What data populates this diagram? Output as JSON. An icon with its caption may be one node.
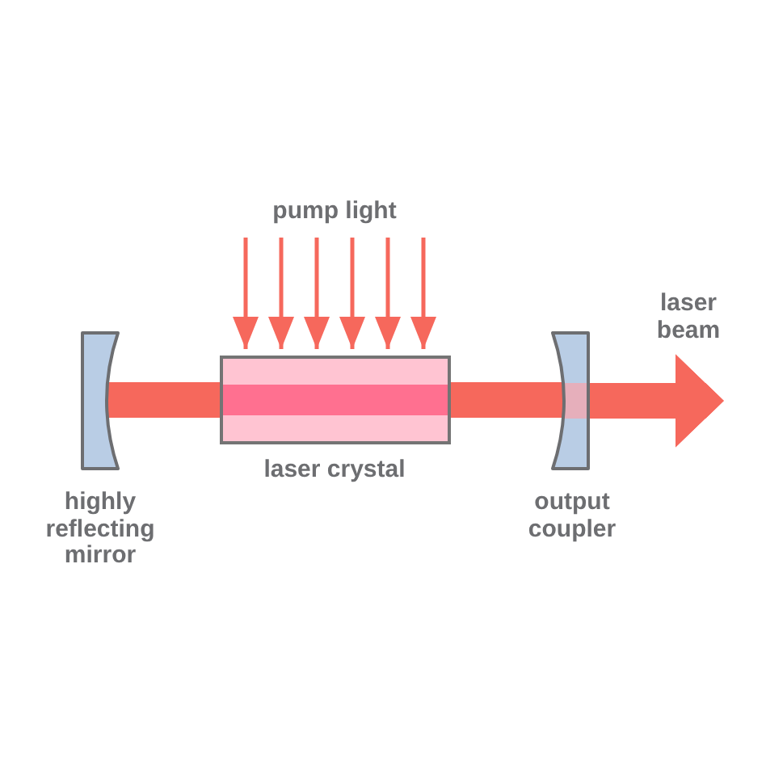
{
  "diagram": {
    "nodes": [
      {
        "text": [],
        "shape": "mirror",
        "beside": [
          "highly reflecting mirror"
        ]
      },
      {
        "text": [],
        "shape": "box",
        "beside": [
          "laser crystal"
        ]
      },
      {
        "text": [],
        "shape": "mirror",
        "beside": [
          "output coupler"
        ]
      }
    ],
    "edges": [
      {
        "from": 0,
        "to": 1,
        "arrow": "none",
        "style": "thick"
      },
      {
        "from": 1,
        "to": 2,
        "arrow": "none",
        "style": "thick"
      },
      {
        "from": 2,
        "to": null,
        "arrow": "to",
        "style": "thick"
      },
      {
        "from": null,
        "to": 1,
        "arrow": "to"
      },
      {
        "from": null,
        "to": 1,
        "arrow": "to"
      },
      {
        "from": null,
        "to": 1,
        "arrow": "to"
      },
      {
        "from": null,
        "to": 1,
        "arrow": "to"
      },
      {
        "from": null,
        "to": 1,
        "arrow": "to"
      },
      {
        "from": null,
        "to": 1,
        "arrow": "to"
      }
    ],
    "labels": [
      "pump light",
      "laser beam"
    ]
  }
}
